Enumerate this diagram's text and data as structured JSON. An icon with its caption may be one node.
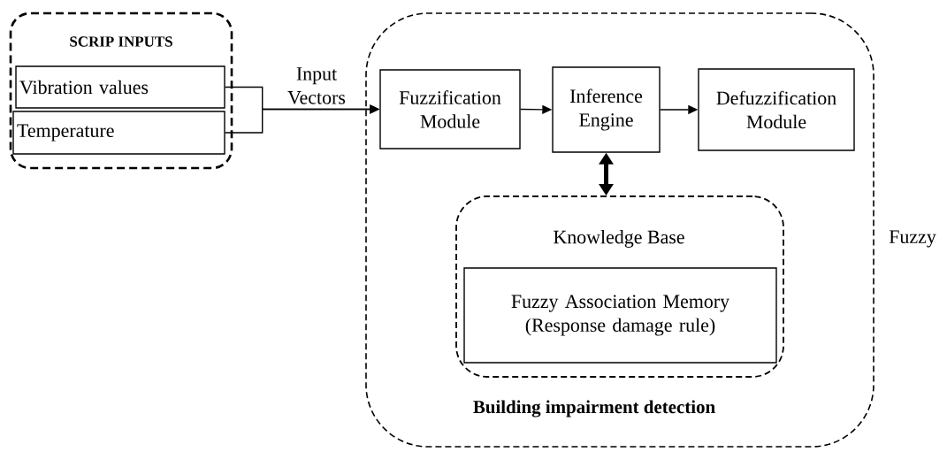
{
  "diagram": {
    "nodes": [
      {
        "text": [
          "SCRIP INPUTS"
        ]
      },
      {
        "text": [
          "Vibration values"
        ],
        "in": 0
      },
      {
        "text": [
          "Temperature"
        ],
        "in": 0
      },
      {
        "text": [
          "Building impairment detection"
        ],
        "beside": [
          "Fuzzy"
        ]
      },
      {
        "text": [
          "Fuzzification Module"
        ],
        "in": 3
      },
      {
        "text": [
          "Inference Engine"
        ],
        "in": 3
      },
      {
        "text": [
          "Defuzzification Module"
        ],
        "in": 3
      },
      {
        "text": [
          "Knowledge Base"
        ],
        "in": 3
      },
      {
        "text": [
          "Fuzzy Association Memory (Response damage rule)"
        ],
        "in": 7
      }
    ],
    "edges": [
      {
        "from": 1,
        "to": 4,
        "arrow": "to",
        "label": "Input Vectors"
      },
      {
        "from": 2,
        "to": 4,
        "arrow": "to"
      },
      {
        "from": 4,
        "to": 5,
        "arrow": "to"
      },
      {
        "from": 5,
        "to": 6,
        "arrow": "to"
      },
      {
        "from": 5,
        "to": 7,
        "arrow": "both",
        "style": "thick"
      }
    ]
  }
}
